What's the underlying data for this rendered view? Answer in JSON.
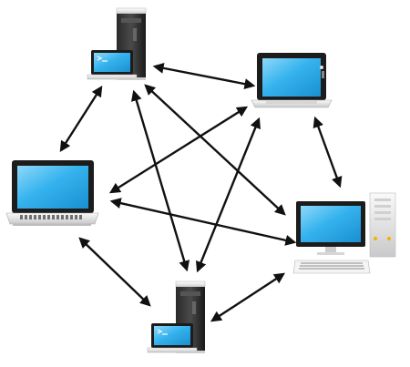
{
  "nodes": [
    {
      "id": "tower-top",
      "kind": "tower-desktop"
    },
    {
      "id": "laptop-top-right",
      "kind": "laptop"
    },
    {
      "id": "laptop-left",
      "kind": "laptop"
    },
    {
      "id": "desktop-right",
      "kind": "desktop-with-keyboard"
    },
    {
      "id": "tower-bottom",
      "kind": "tower-desktop"
    }
  ],
  "links": [
    [
      "tower-top",
      "laptop-top-right"
    ],
    [
      "tower-top",
      "laptop-left"
    ],
    [
      "tower-top",
      "tower-bottom"
    ],
    [
      "tower-top",
      "desktop-right"
    ],
    [
      "laptop-top-right",
      "laptop-left"
    ],
    [
      "laptop-top-right",
      "tower-bottom"
    ],
    [
      "laptop-top-right",
      "desktop-right"
    ],
    [
      "laptop-left",
      "desktop-right"
    ],
    [
      "laptop-left",
      "tower-bottom"
    ],
    [
      "tower-bottom",
      "desktop-right"
    ]
  ],
  "colors": {
    "screen": "#2aa9e8",
    "screen_highlight": "#8fd8fa",
    "frame": "#1c1c1c",
    "body_light": "#f2f2f2",
    "arrow": "#111111"
  }
}
